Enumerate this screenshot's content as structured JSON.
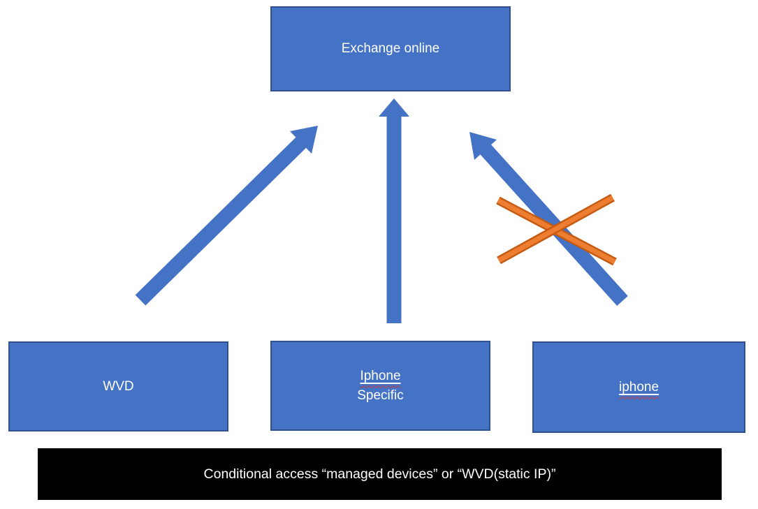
{
  "diagram": {
    "top_box": {
      "label": "Exchange online"
    },
    "wvd_box": {
      "label": "WVD"
    },
    "iphone_specific_box": {
      "line1": "Iphone",
      "line2": "Specific"
    },
    "iphone_box": {
      "label": "iphone"
    },
    "banner": {
      "text": "Conditional access “managed devices” or “WVD(static IP)”"
    }
  },
  "colors": {
    "box_fill": "#4472C4",
    "box_border": "#2F528F",
    "arrow_blue": "#4472C4",
    "cross_orange": "#ED7D31",
    "cross_orange_dark": "#C55A11",
    "banner_bg": "#000000",
    "text_white": "#FFFFFF",
    "squiggle_red": "#D13438"
  }
}
